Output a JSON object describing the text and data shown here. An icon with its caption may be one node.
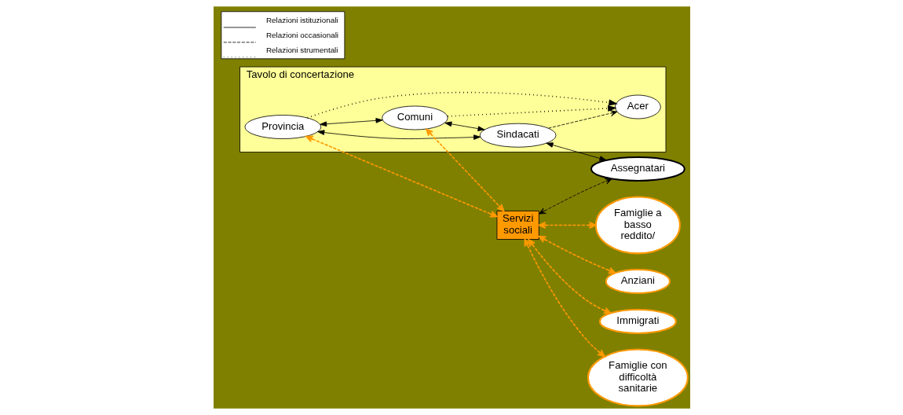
{
  "diagram": {
    "nodes": [
      {
        "text": [
          "Tavolo di concertazione"
        ]
      },
      {
        "text": [
          "Provincia"
        ],
        "in": 0
      },
      {
        "text": [
          "Comuni"
        ],
        "in": 0
      },
      {
        "text": [
          "Acer"
        ],
        "in": 0
      },
      {
        "text": [
          "Sindacati"
        ],
        "in": 0
      },
      {
        "text": [
          "Servizi sociali"
        ]
      },
      {
        "text": [
          "Famiglie a basso reddito/"
        ]
      },
      {
        "text": [
          "Anziani"
        ]
      },
      {
        "text": [
          "Immigrati"
        ]
      },
      {
        "text": [
          "Famiglie con difficoltà sanitarie"
        ]
      },
      {
        "text": [
          "Assegnatari"
        ]
      }
    ],
    "edges": [
      {
        "from": 1,
        "to": 2,
        "arrow": "both"
      },
      {
        "from": 1,
        "to": 3,
        "arrow": "to",
        "style": "dashed"
      },
      {
        "from": 2,
        "to": 3,
        "arrow": "to",
        "style": "dashed"
      },
      {
        "from": 1,
        "to": 4,
        "arrow": "both"
      },
      {
        "from": 2,
        "to": 4,
        "arrow": "both"
      },
      {
        "from": 4,
        "to": 3,
        "arrow": "to",
        "style": "dashed"
      },
      {
        "from": 2,
        "to": 5,
        "arrow": "both",
        "style": "dashed",
        "color": "#ff9900"
      },
      {
        "from": 1,
        "to": 5,
        "arrow": "both",
        "style": "dashed",
        "color": "#ff9900"
      },
      {
        "from": 5,
        "to": 6,
        "arrow": "both",
        "style": "dashed",
        "color": "#ff9900"
      },
      {
        "from": 5,
        "to": 7,
        "arrow": "both",
        "style": "dashed",
        "color": "#ff9900"
      },
      {
        "from": 5,
        "to": 8,
        "arrow": "both",
        "style": "dashed",
        "color": "#ff9900"
      },
      {
        "from": 5,
        "to": 9,
        "arrow": "both",
        "style": "dashed",
        "color": "#ff9900"
      },
      {
        "from": 4,
        "to": 10,
        "arrow": "both"
      },
      {
        "from": 5,
        "to": 10,
        "arrow": "both",
        "style": "dashed"
      }
    ],
    "legend": [
      {
        "text": "Relazioni istituzionali"
      },
      {
        "text": "Relazioni occasionali"
      },
      {
        "text": "Relazioni strumentali"
      }
    ]
  }
}
